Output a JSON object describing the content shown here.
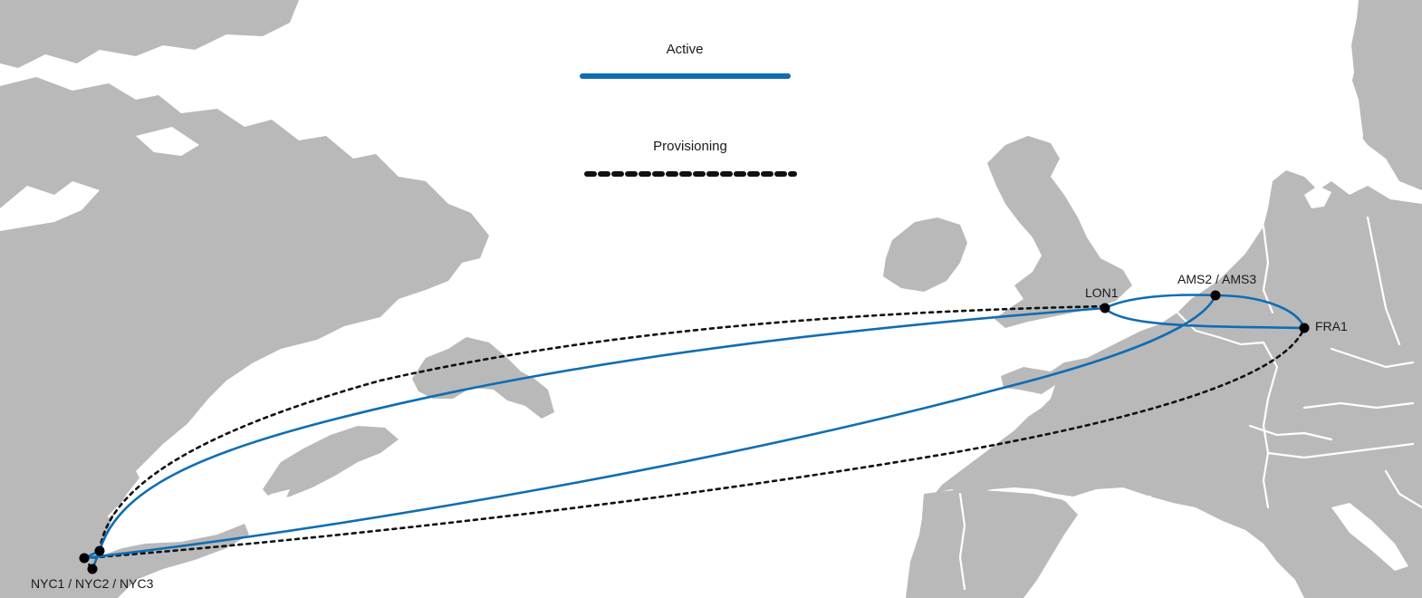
{
  "legend": {
    "items": [
      {
        "label": "Active",
        "style": "solid",
        "color": "#0f6db3"
      },
      {
        "label": "Provisioning",
        "style": "dashed",
        "color": "#111111"
      }
    ]
  },
  "nodes": {
    "lon": "LON1",
    "ams": "AMS2 / AMS3",
    "fra": "FRA1",
    "nyc": "NYC1 / NYC2 / NYC3"
  },
  "colors": {
    "land": "#b9b9b9",
    "water": "#ffffff",
    "active": "#0f6db3",
    "provisioning": "#111111"
  }
}
